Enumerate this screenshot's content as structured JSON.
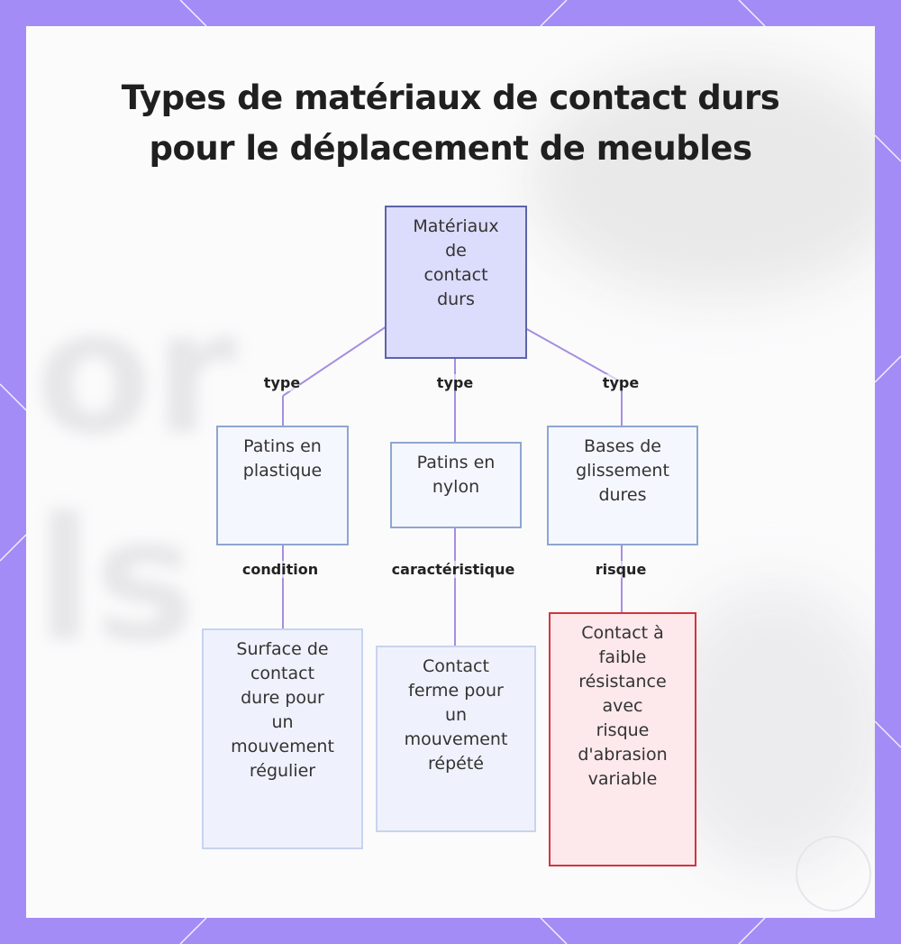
{
  "title": {
    "line1": "Types de matériaux de contact durs",
    "line2": "pour le déplacement de meubles"
  },
  "nodes": {
    "root": {
      "lines": [
        "Matériaux",
        "de",
        "contact",
        "durs"
      ]
    },
    "plastique": {
      "lines": [
        "Patins en",
        "plastique"
      ]
    },
    "nylon": {
      "lines": [
        "Patins en",
        "nylon"
      ]
    },
    "bases": {
      "lines": [
        "Bases de",
        "glissement",
        "dures"
      ]
    },
    "surface": {
      "lines": [
        "Surface de",
        "contact",
        "dure pour",
        "un",
        "mouvement",
        "régulier"
      ]
    },
    "ferme": {
      "lines": [
        "Contact",
        "ferme pour",
        "un",
        "mouvement",
        "répété"
      ]
    },
    "risque": {
      "lines": [
        "Contact à",
        "faible",
        "résistance",
        "avec",
        "risque",
        "d'abrasion",
        "variable"
      ]
    }
  },
  "edges": {
    "type_left": "type",
    "type_mid": "type",
    "type_right": "type",
    "condition": "condition",
    "caracteristique": "caractéristique",
    "risque": "risque"
  },
  "colors": {
    "frame": "#a48cf6",
    "edge": "#a68ee0",
    "root_fill": "#dcdcfc",
    "root_border": "#5d64a8",
    "risk_fill": "#fde8eb",
    "risk_border": "#d2343f"
  }
}
